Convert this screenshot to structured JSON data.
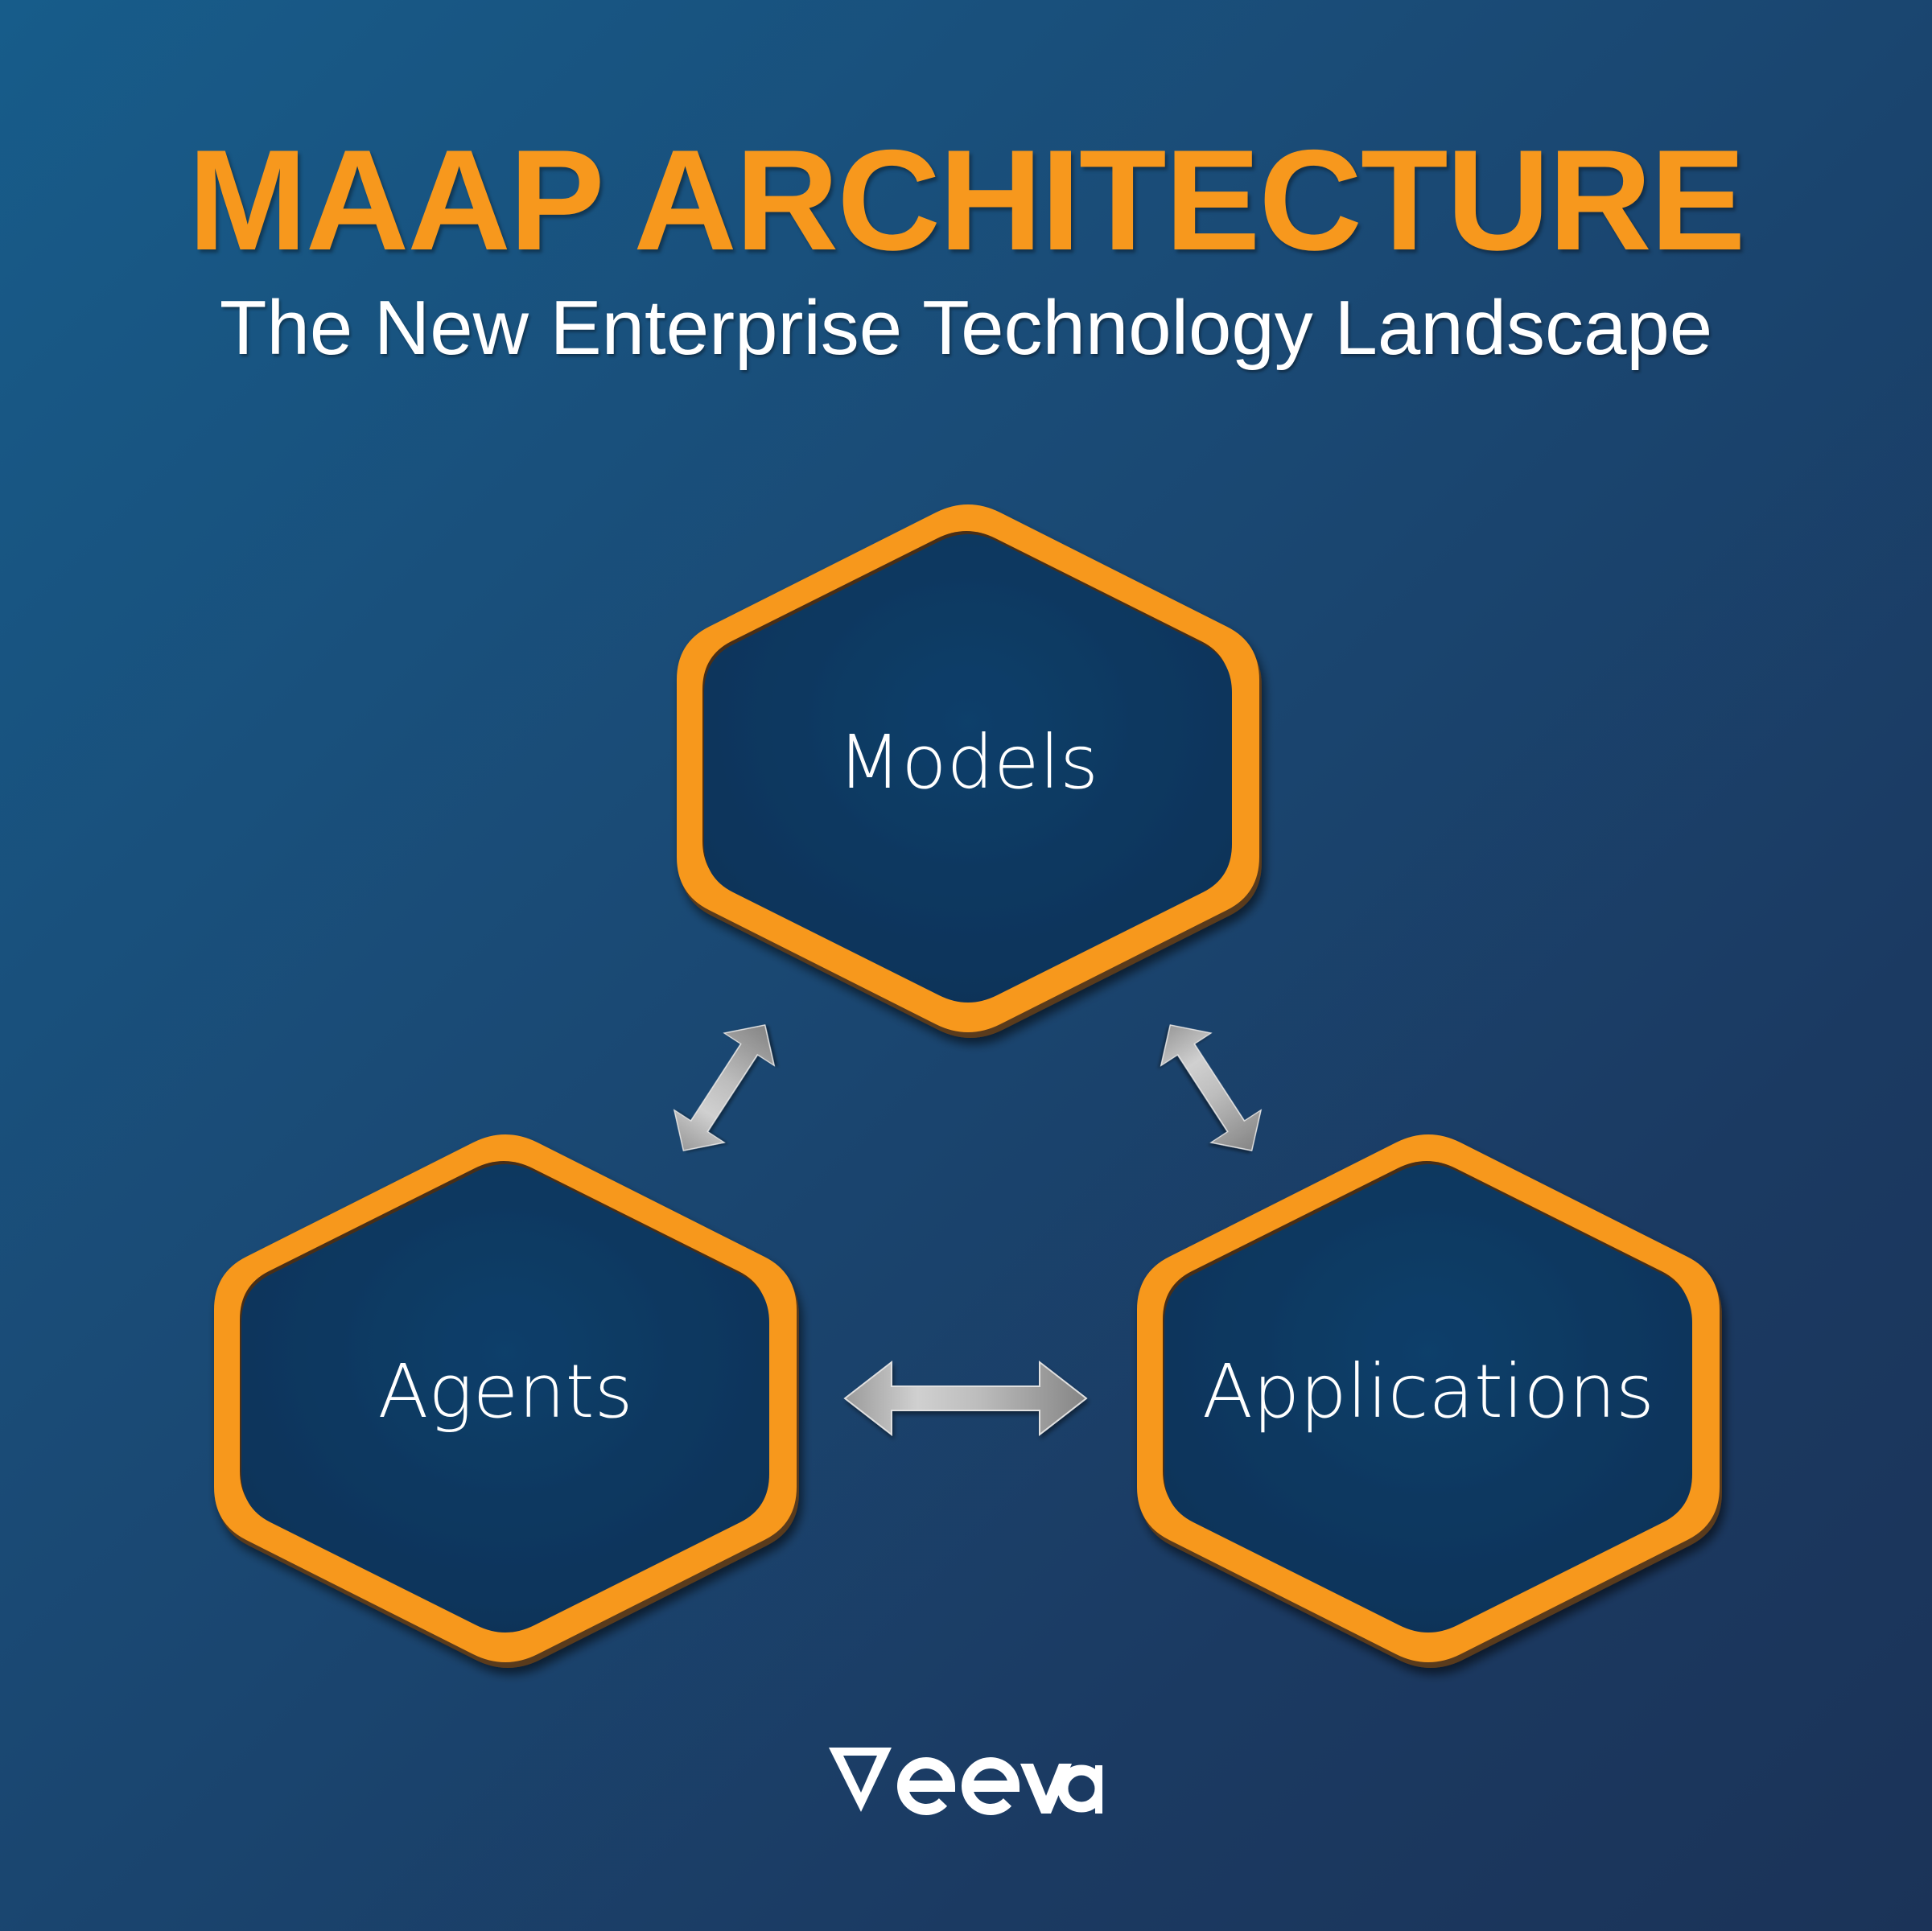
{
  "header": {
    "title": "MAAP ARCHITECTURE",
    "subtitle": "The New Enterprise Technology Landscape"
  },
  "nodes": [
    {
      "id": "models",
      "label": "Models"
    },
    {
      "id": "agents",
      "label": "Agents"
    },
    {
      "id": "applications",
      "label": "Applications"
    }
  ],
  "edges": [
    {
      "from": "models",
      "to": "agents",
      "type": "bidirectional"
    },
    {
      "from": "models",
      "to": "applications",
      "type": "bidirectional"
    },
    {
      "from": "agents",
      "to": "applications",
      "type": "bidirectional"
    }
  ],
  "footer": {
    "logo_text": "Veeva"
  },
  "colors": {
    "accent_orange": "#f7981d",
    "hex_fill": "#0c3a63",
    "background_top_left": "#175c8a",
    "background_bottom_right": "#1b3358",
    "arrow_silver": "#b8b8b8",
    "text": "#ffffff"
  }
}
